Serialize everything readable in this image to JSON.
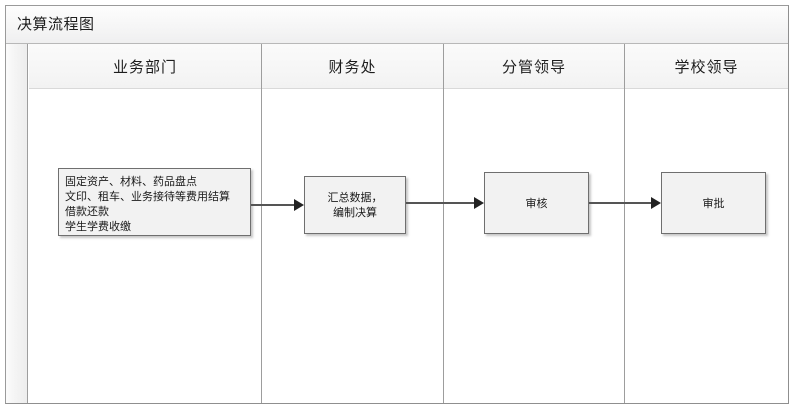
{
  "diagram": {
    "title": "决算流程图",
    "lanes": [
      {
        "id": "business-department",
        "label": "业务部门"
      },
      {
        "id": "finance-office",
        "label": "财务处"
      },
      {
        "id": "responsible-leader",
        "label": "分管领导"
      },
      {
        "id": "school-leader",
        "label": "学校领导"
      }
    ],
    "nodes": [
      {
        "id": "dept-tasks",
        "lane": "business-department",
        "text": "固定资产、材料、药品盘点\n文印、租车、业务接待等费用结算\n借款还款\n学生学费收缴",
        "align": "left"
      },
      {
        "id": "finance-compile",
        "lane": "finance-office",
        "text": "汇总数据，\n编制决算",
        "align": "center"
      },
      {
        "id": "review",
        "lane": "responsible-leader",
        "text": "审核",
        "align": "center"
      },
      {
        "id": "approve",
        "lane": "school-leader",
        "text": "审批",
        "align": "center"
      }
    ],
    "connectors": [
      {
        "id": "arrow-1",
        "from": "dept-tasks",
        "to": "finance-compile",
        "label": ""
      },
      {
        "id": "arrow-2",
        "from": "finance-compile",
        "to": "review",
        "label": ""
      },
      {
        "id": "arrow-3",
        "from": "review",
        "to": "approve",
        "label": ""
      }
    ],
    "colors": {
      "frame_border": "#9a9a9a",
      "lane_divider": "#9d9d9d",
      "node_border": "#6f6f6f",
      "node_fill": "#f2f2f2",
      "header_fill": "#f6f6f6",
      "connector": "#555555",
      "text": "#1a1a1a"
    }
  }
}
